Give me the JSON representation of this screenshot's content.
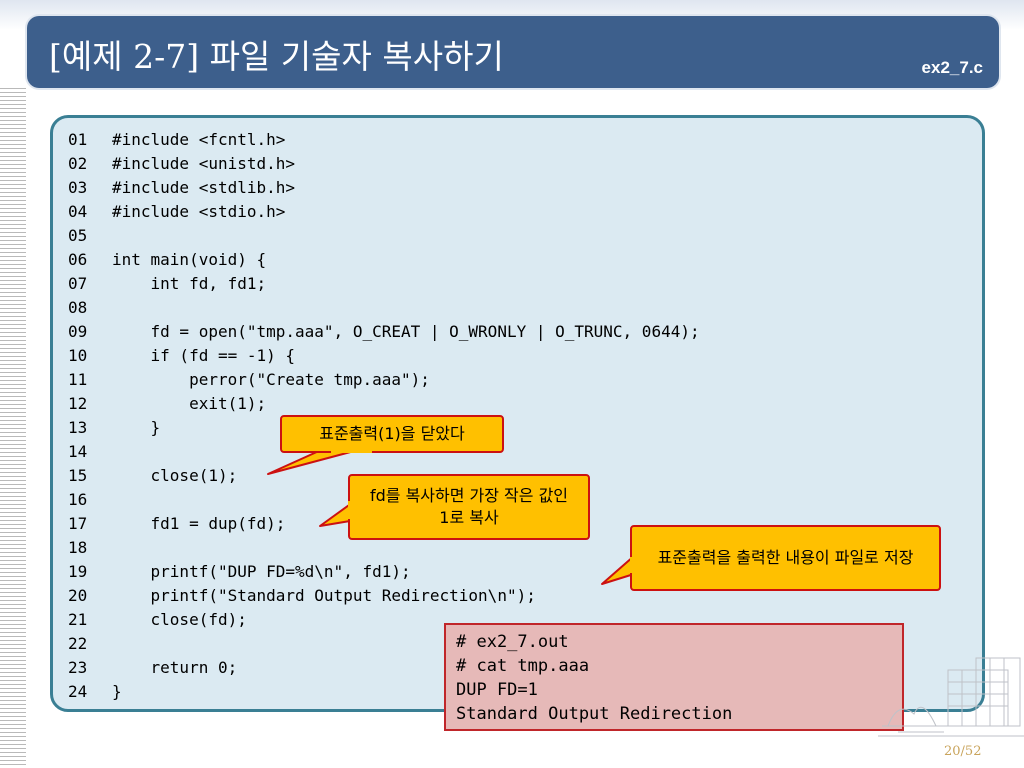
{
  "slide": {
    "title": "[예제 2-7] 파일 기술자 복사하기",
    "filename": "ex2_7.c",
    "page": "20/52"
  },
  "code": [
    {
      "num": "01",
      "text": "#include <fcntl.h>"
    },
    {
      "num": "02",
      "text": "#include <unistd.h>"
    },
    {
      "num": "03",
      "text": "#include <stdlib.h>"
    },
    {
      "num": "04",
      "text": "#include <stdio.h>"
    },
    {
      "num": "05",
      "text": ""
    },
    {
      "num": "06",
      "text": "int main(void) {"
    },
    {
      "num": "07",
      "text": "    int fd, fd1;"
    },
    {
      "num": "08",
      "text": ""
    },
    {
      "num": "09",
      "text": "    fd = open(\"tmp.aaa\", O_CREAT | O_WRONLY | O_TRUNC, 0644);"
    },
    {
      "num": "10",
      "text": "    if (fd == -1) {"
    },
    {
      "num": "11",
      "text": "        perror(\"Create tmp.aaa\");"
    },
    {
      "num": "12",
      "text": "        exit(1);"
    },
    {
      "num": "13",
      "text": "    }"
    },
    {
      "num": "14",
      "text": ""
    },
    {
      "num": "15",
      "text": "    close(1);"
    },
    {
      "num": "16",
      "text": ""
    },
    {
      "num": "17",
      "text": "    fd1 = dup(fd);"
    },
    {
      "num": "18",
      "text": ""
    },
    {
      "num": "19",
      "text": "    printf(\"DUP FD=%d\\n\", fd1);"
    },
    {
      "num": "20",
      "text": "    printf(\"Standard Output Redirection\\n\");"
    },
    {
      "num": "21",
      "text": "    close(fd);"
    },
    {
      "num": "22",
      "text": ""
    },
    {
      "num": "23",
      "text": "    return 0;"
    },
    {
      "num": "24",
      "text": "}"
    }
  ],
  "callouts": {
    "close": "표준출력(1)을 닫았다",
    "dup": "fd를 복사하면 가장 작은 값인 1로 복사",
    "printf": "표준출력을 출력한 내용이 파일로 저장"
  },
  "output": [
    "# ex2_7.out",
    "# cat tmp.aaa",
    "DUP FD=1",
    "Standard Output Redirection"
  ],
  "colors": {
    "title_bar": "#3d5f8c",
    "code_bg": "#dbeaf2",
    "code_border": "#3a7f94",
    "callout_fill": "#ffc000",
    "callout_border": "#cc1111",
    "output_bg": "#e6b9b8",
    "output_border": "#c0262a"
  }
}
